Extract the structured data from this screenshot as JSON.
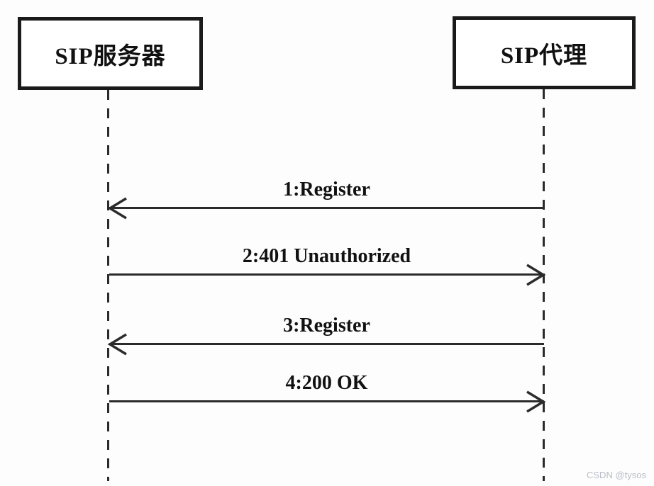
{
  "diagram": {
    "type": "sequence",
    "actors": [
      {
        "id": "sip-server",
        "label": "SIP服务器"
      },
      {
        "id": "sip-proxy",
        "label": "SIP代理"
      }
    ],
    "messages": [
      {
        "seq": 1,
        "label": "1:Register",
        "direction": "left"
      },
      {
        "seq": 2,
        "label": "2:401 Unauthorized",
        "direction": "right"
      },
      {
        "seq": 3,
        "label": "3:Register",
        "direction": "left"
      },
      {
        "seq": 4,
        "label": "4:200 OK",
        "direction": "right"
      }
    ]
  },
  "watermark": {
    "text": "CSDN @tysos"
  },
  "colors": {
    "background": "#fdfdfd",
    "border": "#1a1a1a",
    "line": "#2b2b2b",
    "text": "#111111",
    "watermark": "#b9bdc6"
  }
}
